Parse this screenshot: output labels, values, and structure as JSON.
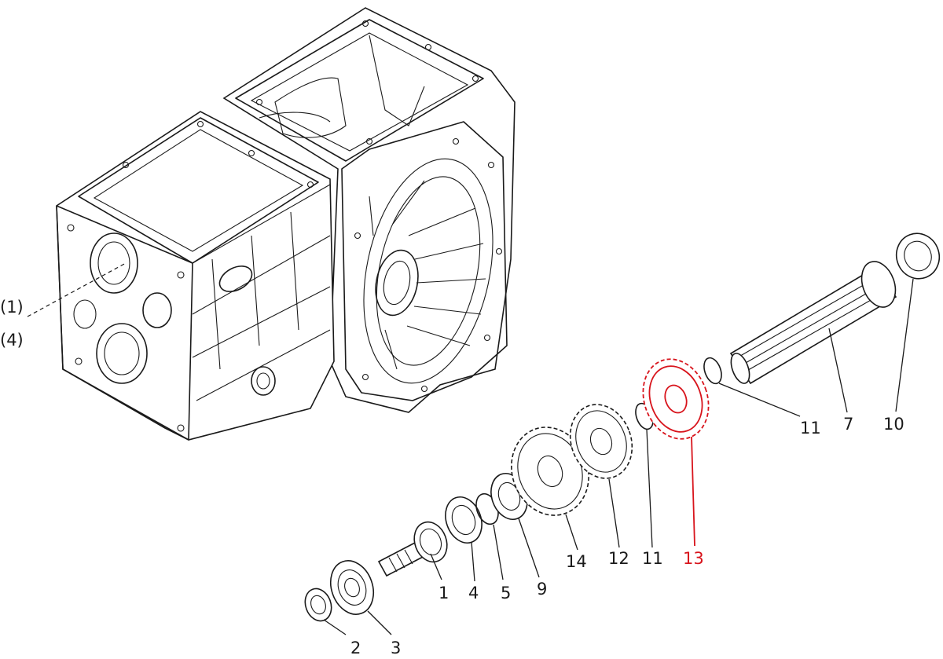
{
  "diagram": {
    "type": "exploded-parts-view",
    "highlight_color": "#d8141c",
    "line_color": "#1a1a1a",
    "callouts": [
      {
        "id": "c1a",
        "text": "(1)",
        "part": "transmission-case"
      },
      {
        "id": "c4a",
        "text": "(4)",
        "part": "transmission-case"
      },
      {
        "id": "c1",
        "text": "1",
        "part": "input-shaft"
      },
      {
        "id": "c2",
        "text": "2",
        "part": "oil-seal"
      },
      {
        "id": "c3",
        "text": "3",
        "part": "ball-bearing"
      },
      {
        "id": "c4",
        "text": "4",
        "part": "ball-bearing"
      },
      {
        "id": "c5",
        "text": "5",
        "part": "circlip"
      },
      {
        "id": "c9",
        "text": "9",
        "part": "bearing"
      },
      {
        "id": "c14",
        "text": "14",
        "part": "gear"
      },
      {
        "id": "c12",
        "text": "12",
        "part": "gear"
      },
      {
        "id": "c11a",
        "text": "11",
        "part": "snap-ring"
      },
      {
        "id": "c13",
        "text": "13",
        "part": "gear",
        "highlighted": true
      },
      {
        "id": "c11b",
        "text": "11",
        "part": "snap-ring"
      },
      {
        "id": "c7",
        "text": "7",
        "part": "splined-shaft"
      },
      {
        "id": "c10",
        "text": "10",
        "part": "ball-bearing"
      }
    ]
  }
}
